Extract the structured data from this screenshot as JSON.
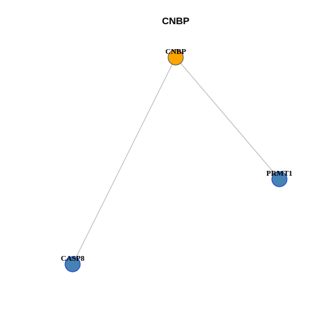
{
  "title": "CNBP",
  "colors": {
    "center_node": "#ffa500",
    "center_node_border": "#555555",
    "neighbor_node": "#4682b4",
    "neighbor_node_border": "#1a3fcc",
    "edge": "#b4b4b4"
  },
  "nodes": [
    {
      "id": "CNBP",
      "label": "CNBP",
      "role": "center"
    },
    {
      "id": "PRMT1",
      "label": "PRMT1",
      "role": "neighbor"
    },
    {
      "id": "CASP8",
      "label": "CASP8",
      "role": "neighbor"
    }
  ],
  "edges": [
    {
      "source": "CNBP",
      "target": "PRMT1"
    },
    {
      "source": "CNBP",
      "target": "CASP8"
    }
  ]
}
